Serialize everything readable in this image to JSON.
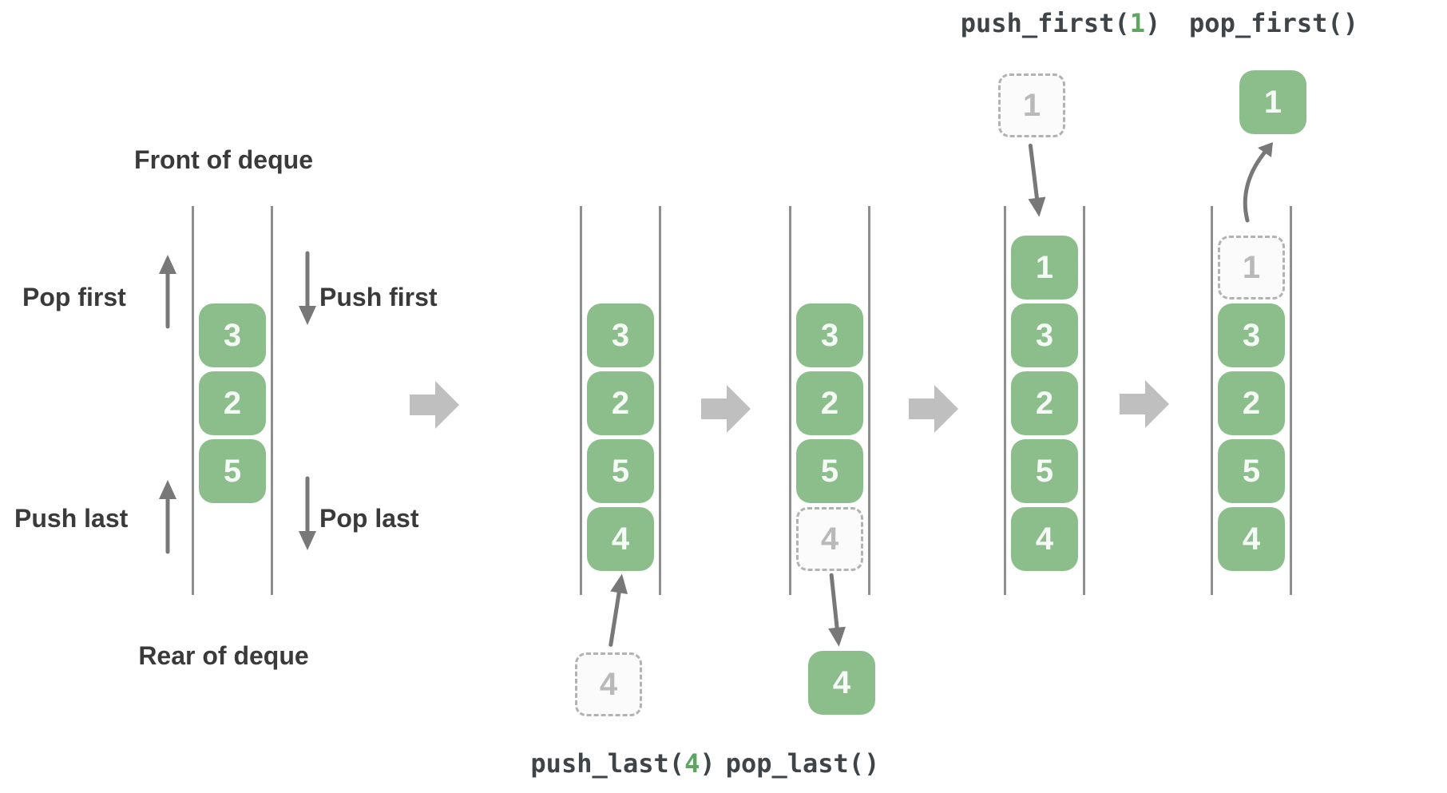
{
  "colors": {
    "cell_green": "#8cbe8c",
    "cell_text": "#f6faf6",
    "code_text": "#3f4448",
    "code_arg_green": "#5fa564",
    "label_text": "#3a3a3a",
    "wall_gray": "#8e8e8e",
    "op_arrow_gray": "#787878",
    "step_arrow_gray": "#bfbfbf",
    "ghost_border": "#b2b2b2",
    "ghost_text": "#b9b9b9",
    "ghost_fill": "#fbfbfb"
  },
  "left_legend": {
    "front": "Front of deque",
    "rear": "Rear of deque",
    "pop_first": "Pop first",
    "push_first": "Push first",
    "push_last": "Push last",
    "pop_last": "Pop last"
  },
  "ops": {
    "push_last": {
      "prefix": "push_last(",
      "arg": "4",
      "suffix": ")"
    },
    "pop_last": {
      "text": "pop_last()"
    },
    "push_first": {
      "prefix": "push_first(",
      "arg": "1",
      "suffix": ")"
    },
    "pop_first": {
      "text": "pop_first()"
    }
  },
  "deques": [
    {
      "state": "initial",
      "cells": [
        {
          "v": "3"
        },
        {
          "v": "2"
        },
        {
          "v": "5"
        }
      ]
    },
    {
      "state": "push_last_4",
      "cells": [
        {
          "v": "3"
        },
        {
          "v": "2"
        },
        {
          "v": "5"
        },
        {
          "v": "4"
        }
      ],
      "staged": {
        "v": "4"
      }
    },
    {
      "state": "pop_last",
      "cells": [
        {
          "v": "3"
        },
        {
          "v": "2"
        },
        {
          "v": "5"
        },
        {
          "v": "4",
          "ghost": true
        }
      ],
      "ejected": {
        "v": "4"
      }
    },
    {
      "state": "push_first_1",
      "cells": [
        {
          "v": "1"
        },
        {
          "v": "3"
        },
        {
          "v": "2"
        },
        {
          "v": "5"
        },
        {
          "v": "4"
        }
      ],
      "staged": {
        "v": "1"
      }
    },
    {
      "state": "pop_first",
      "cells": [
        {
          "v": "1",
          "ghost": true
        },
        {
          "v": "3"
        },
        {
          "v": "2"
        },
        {
          "v": "5"
        },
        {
          "v": "4"
        }
      ],
      "ejected": {
        "v": "1"
      }
    }
  ]
}
